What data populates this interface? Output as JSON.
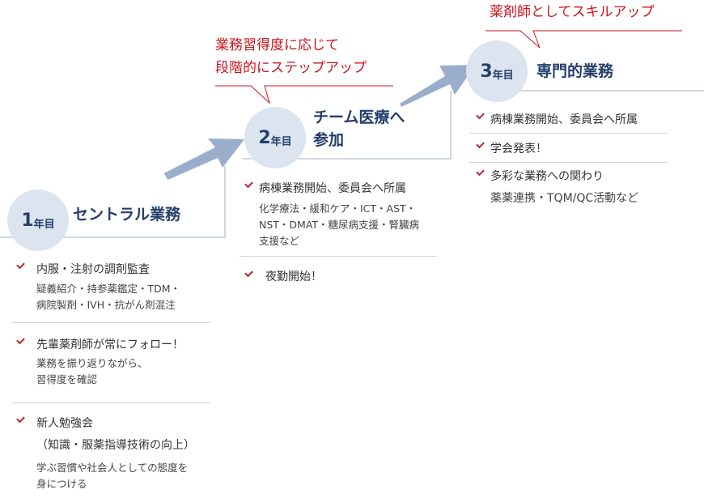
{
  "colors": {
    "accent": "#c8161d",
    "navy": "#243f6b",
    "circle": "#dce4f0",
    "arrow": "#9aaecb",
    "line": "#bfcadb"
  },
  "bubbles": [
    {
      "lines": [
        "業務習得度に応じて",
        "段階的にステップアップ"
      ]
    },
    {
      "lines": [
        "薬剤師としてスキルアップ"
      ]
    }
  ],
  "steps": [
    {
      "num": "1",
      "unit": "年目",
      "title": [
        "セントラル業務"
      ],
      "items": [
        {
          "title": "内服・注射の調剤監査",
          "sub": [
            "疑義紹介・持参薬鑑定・TDM・",
            "病院製剤・IVH・抗がん剤混注"
          ]
        },
        {
          "title": "先輩薬剤師が常にフォロー！",
          "sub": [
            "業務を振り返りながら、",
            "習得度を確認"
          ]
        },
        {
          "title": "新人勉強会",
          "title2": "（知識・服薬指導技術の向上）",
          "sub": [
            "学ぶ習慣や社会人としての態度を",
            "身につける"
          ]
        }
      ]
    },
    {
      "num": "2",
      "unit": "年目",
      "title": [
        "チーム医療へ",
        "参加"
      ],
      "items": [
        {
          "title": "病棟業務開始、委員会へ所属",
          "sub": [
            "化学療法・緩和ケア・ICT・AST・",
            "NST・DMAT・糖尿病支援・腎臓病",
            "支援など"
          ]
        },
        {
          "title": "夜勤開始！"
        }
      ]
    },
    {
      "num": "3",
      "unit": "年目",
      "title": [
        "専門的業務"
      ],
      "items": [
        {
          "title": "病棟業務開始、委員会へ所属"
        },
        {
          "title": "学会発表！"
        },
        {
          "title": "多彩な業務への関わり",
          "sub": [
            "薬薬連携・TQM/QC活動など"
          ]
        }
      ]
    }
  ]
}
